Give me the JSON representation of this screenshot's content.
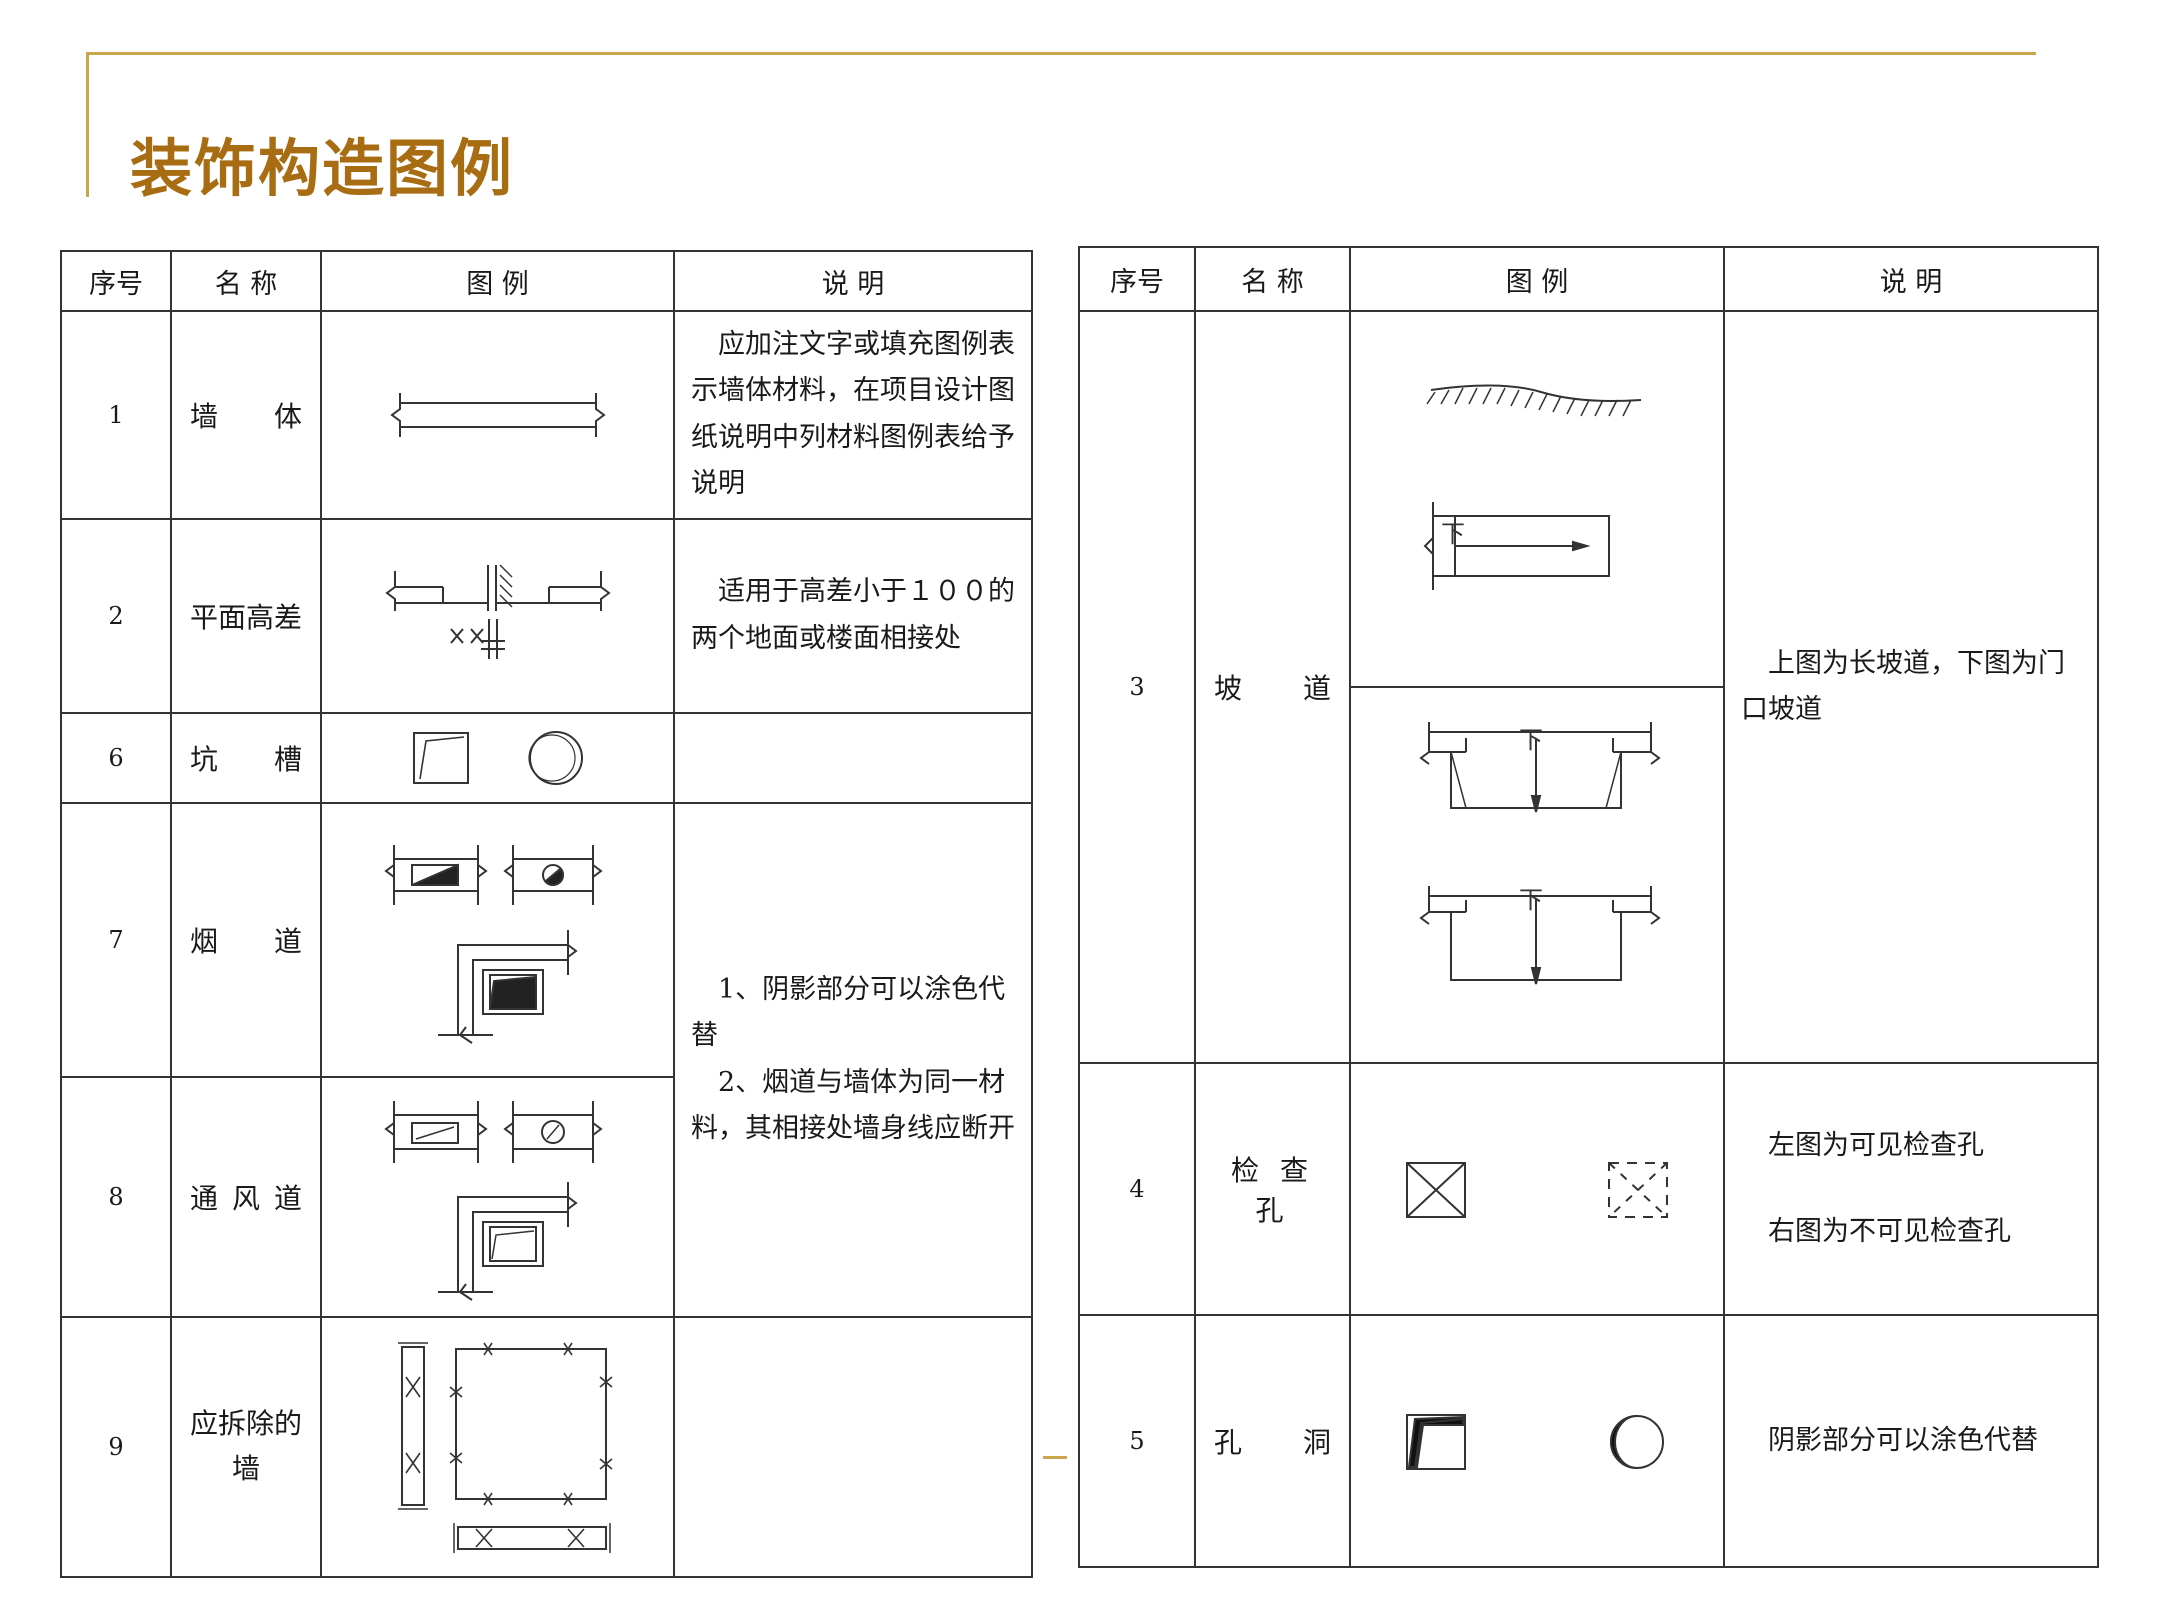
{
  "page": {
    "title": "装饰构造图例"
  },
  "headers": {
    "no": "序号",
    "name": "名 称",
    "legend": "图 例",
    "desc": "说 明"
  },
  "left_rows": [
    {
      "no": "1",
      "name": "墙  体",
      "legend_icon": "wall-symbol-icon",
      "desc": "应加注文字或填充图例表示墙体材料，在项目设计图纸说明中列材料图例表给予说明"
    },
    {
      "no": "2",
      "name": "平面高差",
      "legend_icon": "floor-level-difference-icon",
      "desc": "适用于高差小于１００的两个地面或楼面相接处"
    },
    {
      "no": "6",
      "name": "坑  槽",
      "legend_icon": "pit-icons",
      "desc": ""
    },
    {
      "no": "7",
      "name": "烟  道",
      "legend_icon": "flue-icons"
    },
    {
      "no": "8",
      "name": "通风道",
      "legend_icon": "air-duct-icons"
    },
    {
      "no": "9",
      "name": "应拆除的墙",
      "legend_icon": "demolish-wall-icons",
      "desc": ""
    }
  ],
  "shared_desc_7_8": {
    "line1": "1、阴影部分可以涂色代替",
    "line2": "2、烟道与墙体为同一材料，其相接处墙身线应断开"
  },
  "right_rows": [
    {
      "no": "3",
      "name": "坡  道",
      "legend_icon": "ramp-icons",
      "desc": "上图为长坡道，下图为门口坡道",
      "legend_labels": [
        "下",
        "下",
        "下"
      ]
    },
    {
      "no": "4",
      "name": "检 查 孔",
      "legend_icon": "inspection-hole-icons",
      "desc_line1": "左图为可见检查孔",
      "desc_line2": "右图为不可见检查孔"
    },
    {
      "no": "5",
      "name": "孔  洞",
      "legend_icon": "opening-hole-icons",
      "desc": "阴影部分可以涂色代替"
    }
  ],
  "colors": {
    "accent_gold": "#c9a64a",
    "title_brown": "#a86d12",
    "line": "#333333"
  }
}
